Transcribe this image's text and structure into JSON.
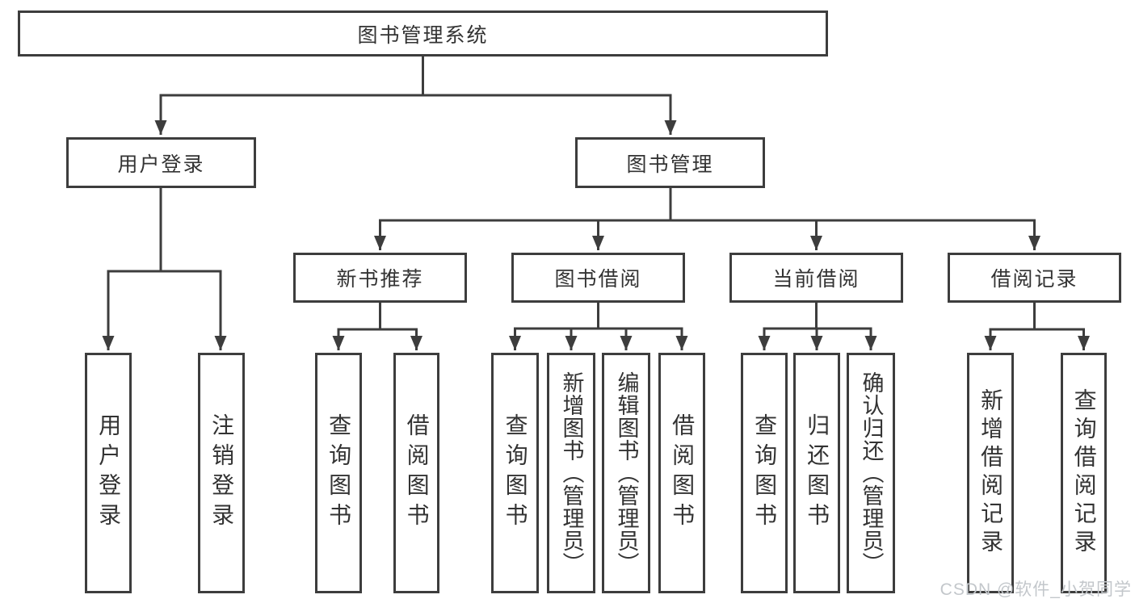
{
  "diagram": {
    "title": "图书管理系统",
    "branches": [
      {
        "label": "用户登录",
        "children": [
          "用户登录",
          "注销登录"
        ]
      },
      {
        "label": "图书管理",
        "groups": [
          {
            "label": "新书推荐",
            "children": [
              "查询图书",
              "借阅图书"
            ]
          },
          {
            "label": "图书借阅",
            "children": [
              "查询图书",
              "新增图书（管理员）",
              "编辑图书（管理员）",
              "借阅图书"
            ]
          },
          {
            "label": "当前借阅",
            "children": [
              "查询图书",
              "归还图书",
              "确认归还（管理员）"
            ]
          },
          {
            "label": "借阅记录",
            "children": [
              "新增借阅记录",
              "查询借阅记录"
            ]
          }
        ]
      }
    ]
  },
  "watermark": "CSDN @软件_小贺同学",
  "colors": {
    "line": "#3d3d3d",
    "text": "#333333",
    "watermark": "#c3c7cb",
    "background": "#ffffff"
  }
}
